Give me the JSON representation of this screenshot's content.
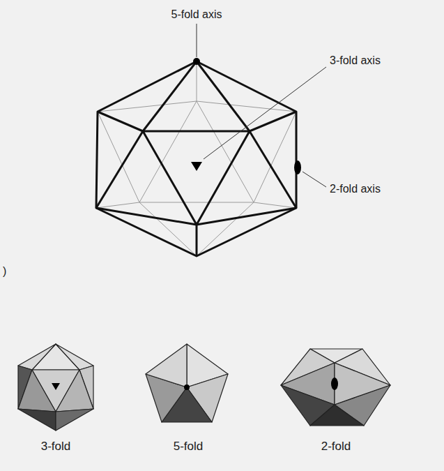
{
  "diagram": {
    "labels": [
      "5-fold axis",
      "3-fold axis",
      "2-fold axis",
      ")",
      "3-fold",
      "5-fold",
      "2-fold"
    ]
  }
}
